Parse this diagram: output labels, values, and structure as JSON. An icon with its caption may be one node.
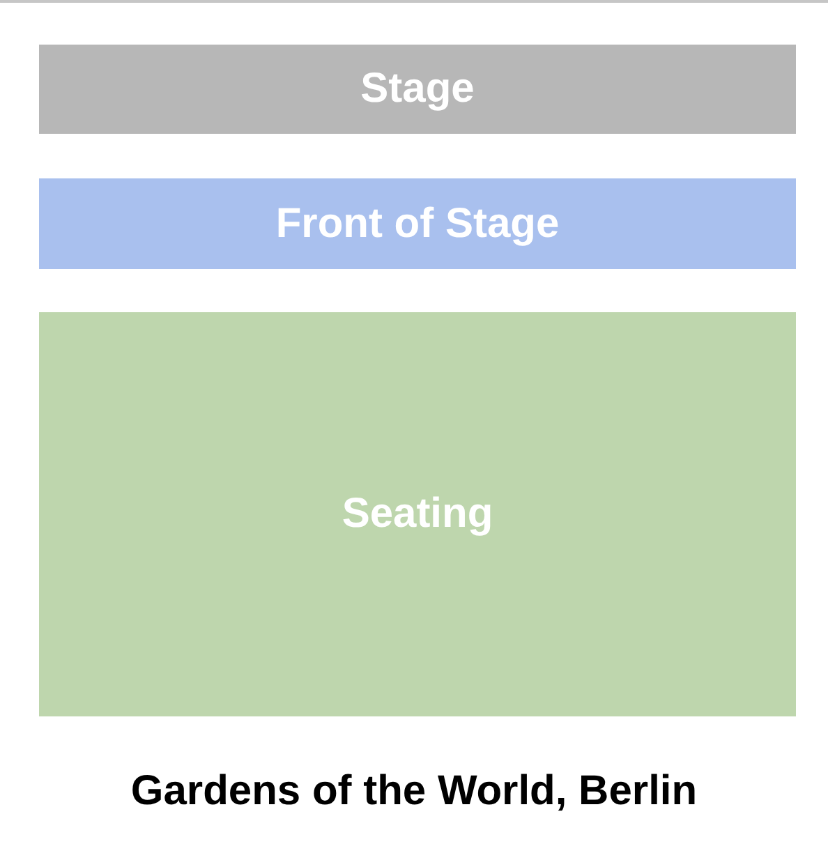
{
  "diagram": {
    "caption": "Gardens of the World, Berlin",
    "nodes": [
      {
        "text": [
          "Stage"
        ]
      },
      {
        "text": [
          "Front of Stage"
        ]
      },
      {
        "text": [
          "Seating"
        ]
      }
    ]
  }
}
